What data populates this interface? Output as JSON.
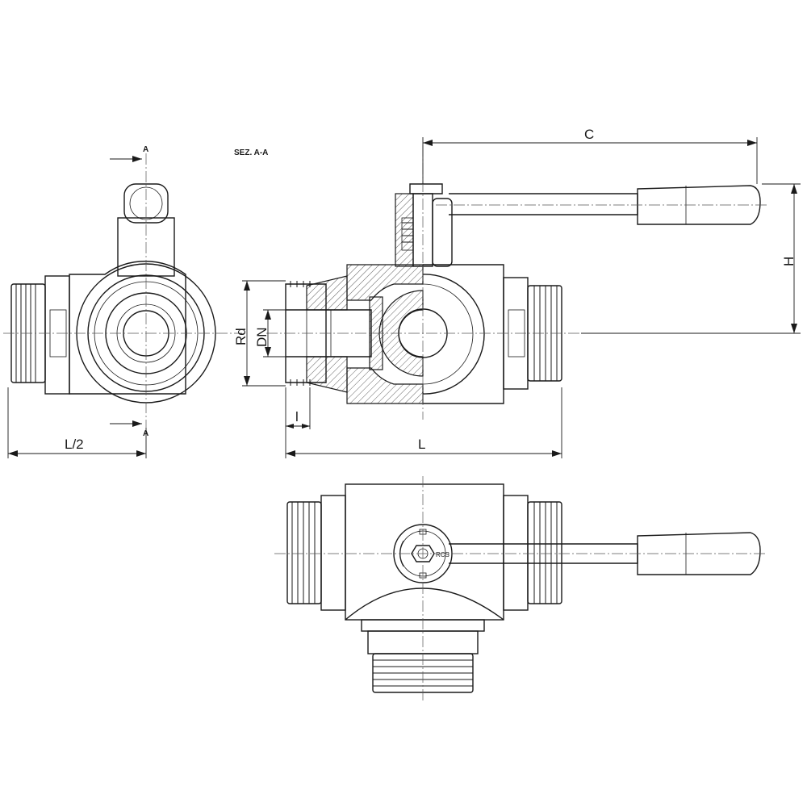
{
  "section_title": "SEZ. A-A",
  "section_marks": {
    "top": "A",
    "bottom": "A"
  },
  "dimensions": {
    "half_length": "L/2",
    "length": "L",
    "handle_reach": "C",
    "height": "H",
    "thread_diameter": "Rd",
    "nominal_diameter": "DN",
    "thread_length": "l"
  },
  "logo_text": "RCS"
}
